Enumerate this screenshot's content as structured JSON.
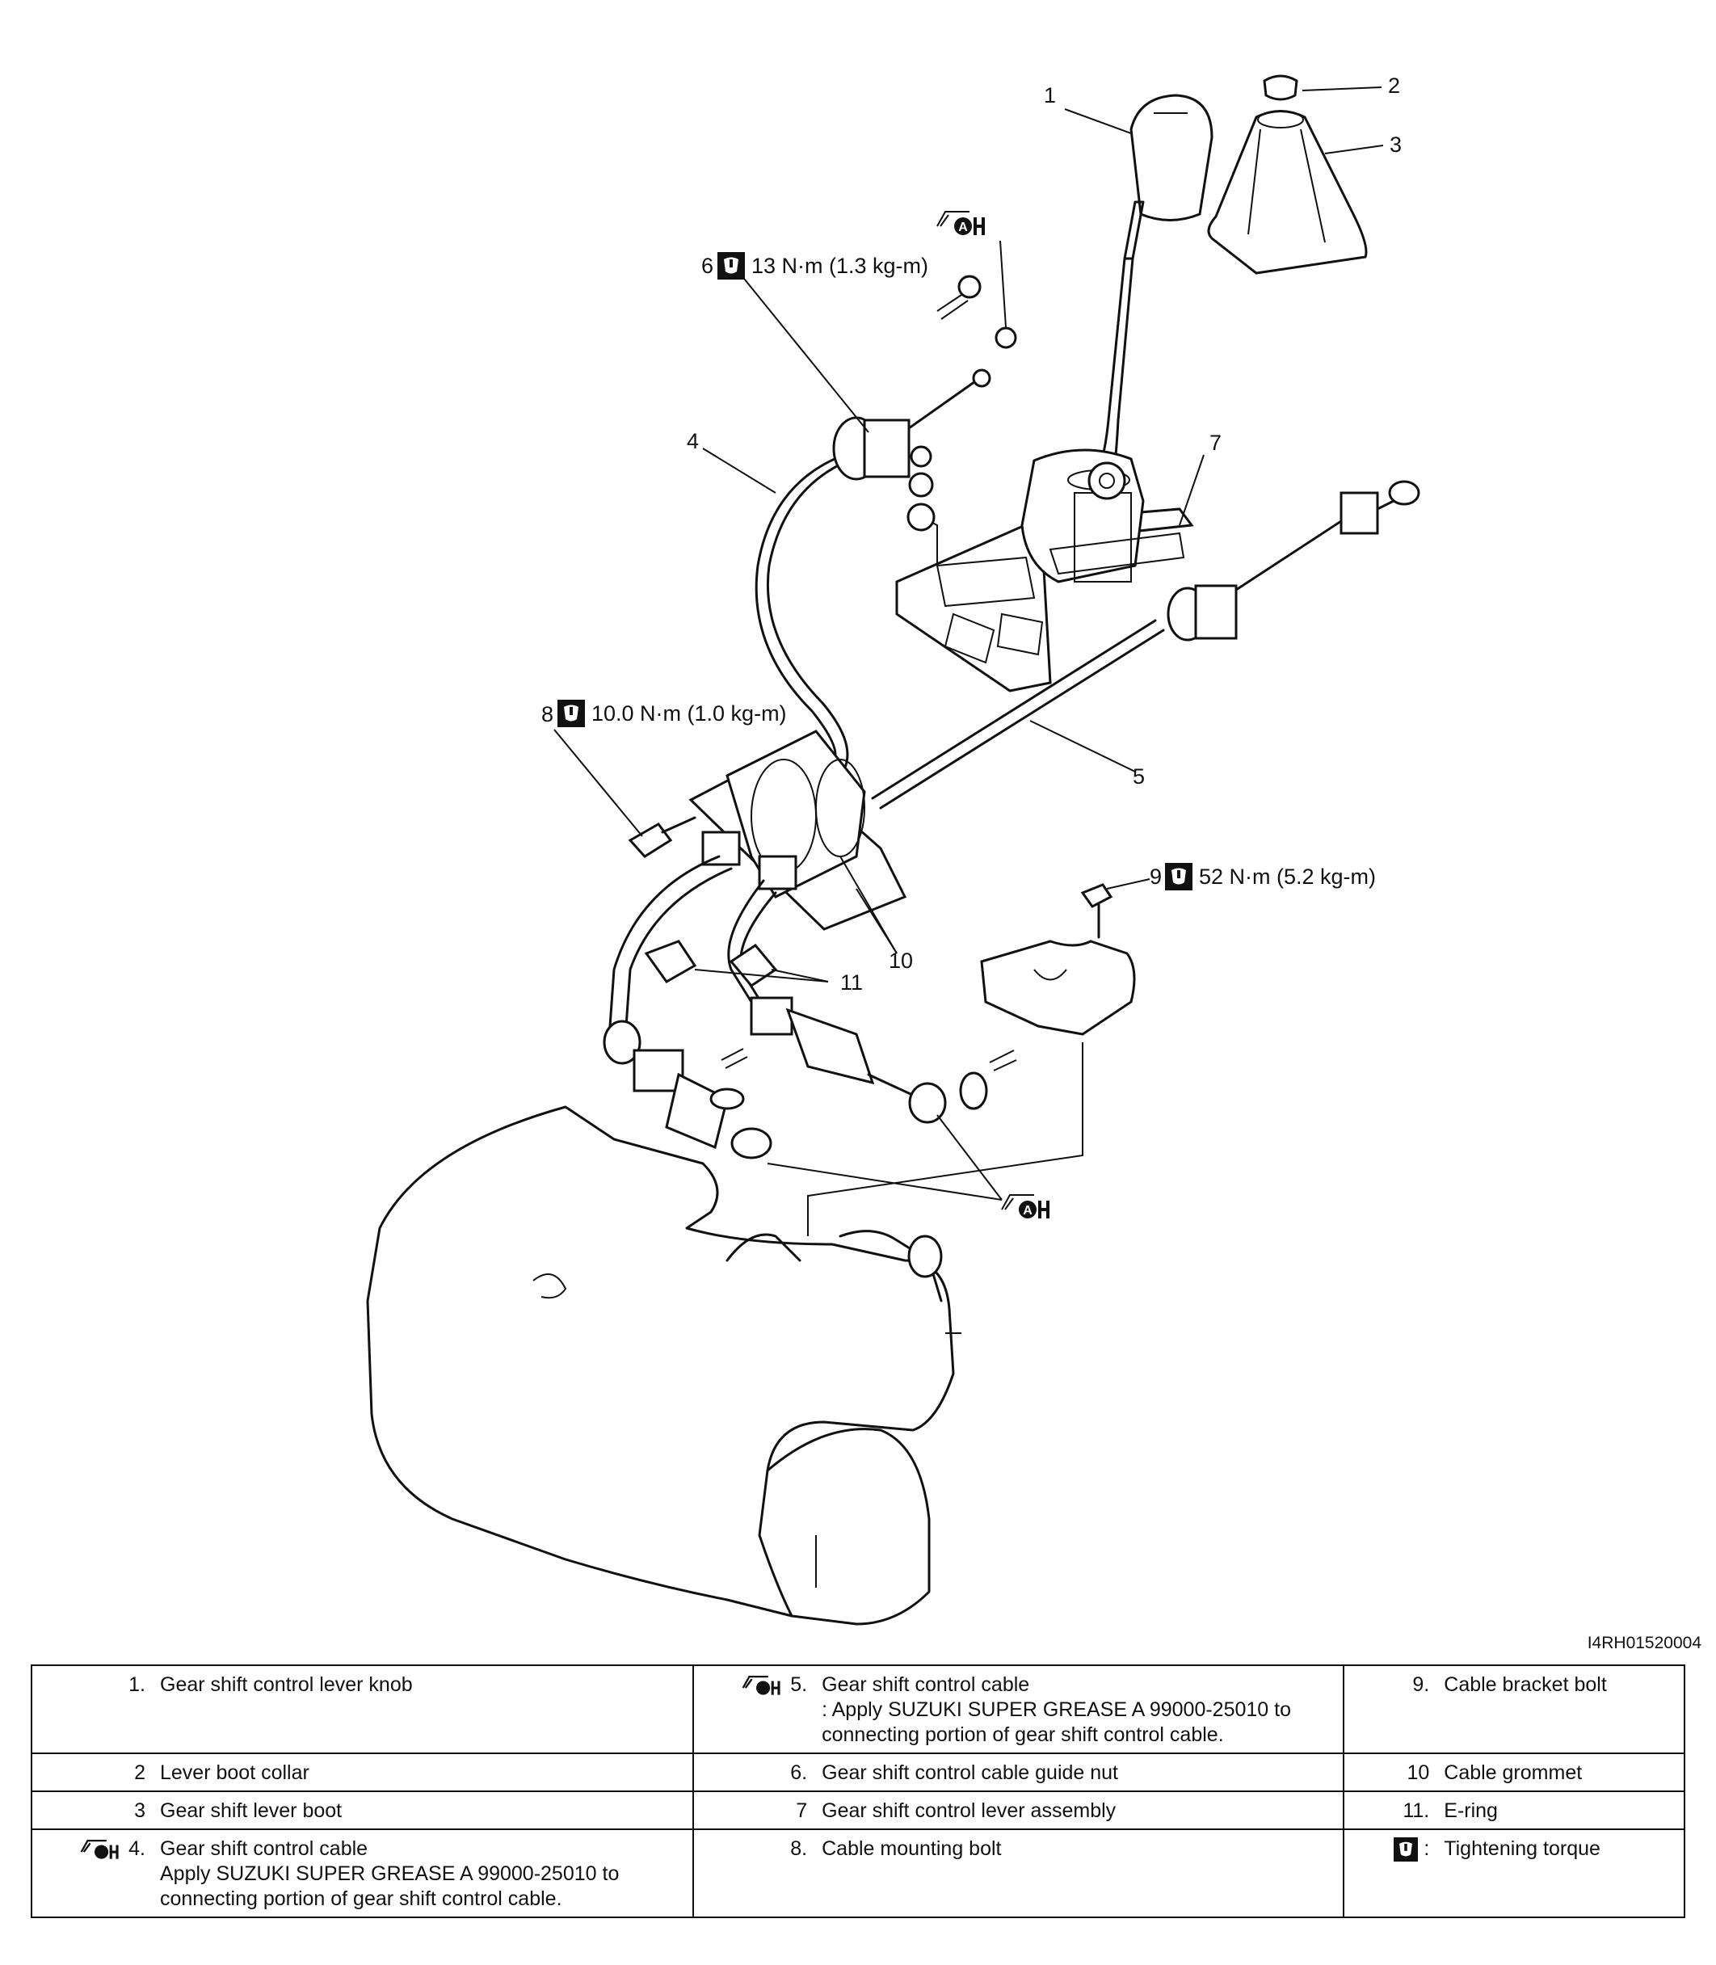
{
  "diagram": {
    "callouts": {
      "c1": "1",
      "c2": "2",
      "c3": "3",
      "c4": "4",
      "c5": "5",
      "c6": "6",
      "c7": "7",
      "c8": "8",
      "c9": "9",
      "c10": "10",
      "c11": "11"
    },
    "torques": {
      "t6": "13 N·m (1.3 kg-m)",
      "t8": "10.0 N·m (1.0 kg-m)",
      "t9": "52 N·m (5.2 kg-m)"
    },
    "grease_symbol_letter": "A",
    "reference_code": "I4RH01520004"
  },
  "legend": {
    "rows": [
      {
        "a": {
          "num": "1.",
          "text": "Gear shift control lever knob"
        },
        "b": {
          "num": "5.",
          "text": "Gear shift control cable",
          "note": ": Apply SUZUKI SUPER GREASE A 99000-25010 to connecting portion of gear shift control cable.",
          "grease": true
        },
        "c": {
          "num": "9.",
          "text": "Cable bracket bolt"
        }
      },
      {
        "a": {
          "num": "2",
          "text": "Lever boot collar"
        },
        "b": {
          "num": "6.",
          "text": "Gear shift control cable guide nut"
        },
        "c": {
          "num": "10",
          "text": "Cable grommet"
        }
      },
      {
        "a": {
          "num": "3",
          "text": "Gear shift lever boot"
        },
        "b": {
          "num": "7",
          "text": "Gear shift control lever assembly"
        },
        "c": {
          "num": "11.",
          "text": "E-ring"
        }
      },
      {
        "a": {
          "num": "4.",
          "text": "Gear shift control cable",
          "note": "Apply SUZUKI SUPER GREASE A 99000-25010 to connecting portion of gear shift control cable.",
          "grease": true
        },
        "b": {
          "num": "8.",
          "text": "Cable mounting bolt"
        },
        "c": {
          "num": ":",
          "text": "Tightening torque",
          "torque_symbol": true
        }
      }
    ]
  }
}
